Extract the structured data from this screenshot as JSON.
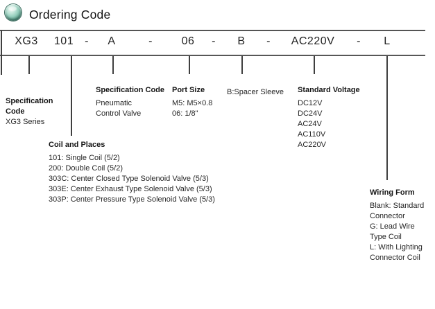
{
  "header": {
    "title": "Ordering Code",
    "icon": "sphere-bullet-icon"
  },
  "code_row": {
    "segments": [
      {
        "id": "xg3",
        "text": "XG3"
      },
      {
        "id": "101",
        "text": "101"
      },
      {
        "id": "dash1",
        "text": "-"
      },
      {
        "id": "a",
        "text": "A"
      },
      {
        "id": "dash2",
        "text": "-"
      },
      {
        "id": "06",
        "text": "06"
      },
      {
        "id": "dash3",
        "text": "-"
      },
      {
        "id": "b",
        "text": "B"
      },
      {
        "id": "dash4",
        "text": "-"
      },
      {
        "id": "ac220v",
        "text": "AC220V"
      },
      {
        "id": "dash5",
        "text": "-"
      },
      {
        "id": "l",
        "text": "L"
      }
    ]
  },
  "blocks": {
    "specification_code_series": {
      "heading_lines": [
        "Specification",
        "Code"
      ],
      "body": [
        "XG3 Series"
      ]
    },
    "specification_code_valve": {
      "heading": "Specification Code",
      "body": [
        "Pneumatic",
        "Control Valve"
      ]
    },
    "port_size": {
      "heading": "Port Size",
      "body": [
        "M5: M5×0.8",
        "06: 1/8\""
      ]
    },
    "spacer_sleeve": {
      "text": "B:Spacer Sleeve"
    },
    "standard_voltage": {
      "heading": "Standard Voltage",
      "body": [
        "DC12V",
        "DC24V",
        "AC24V",
        "AC110V",
        "AC220V"
      ]
    },
    "coil_and_places": {
      "heading": "Coil and Places",
      "body": [
        "101: Single Coil (5/2)",
        "200: Double Coil (5/2)",
        "303C: Center Closed Type Solenoid Valve (5/3)",
        "303E: Center Exhaust Type Solenoid Valve (5/3)",
        "303P: Center Pressure Type Solenoid Valve (5/3)"
      ]
    },
    "wiring_form": {
      "heading": "Wiring Form",
      "body": [
        "Blank: Standard",
        "Connector",
        "G: Lead Wire",
        "Type Coil",
        "L: With Lighting",
        "Connector Coil"
      ]
    }
  },
  "colors": {
    "line": "#3f3f3f",
    "text": "#262626",
    "sphere_inner": "#bce3d6",
    "sphere_outer": "#1e4c42",
    "background": "#ffffff"
  }
}
